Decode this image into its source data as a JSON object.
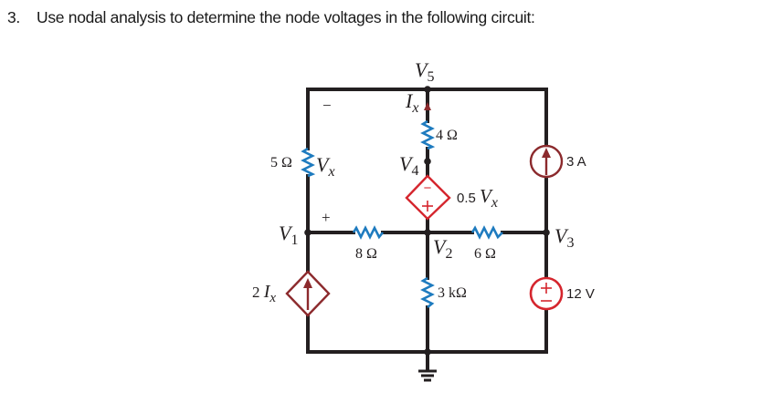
{
  "question": {
    "number": "3.",
    "text": "Use nodal analysis to determine the node voltages in the following circuit:"
  },
  "circuit": {
    "nodes": {
      "v1": {
        "name": "V",
        "sub": "1"
      },
      "v2": {
        "name": "V",
        "sub": "2"
      },
      "v3": {
        "name": "V",
        "sub": "3"
      },
      "v4": {
        "name": "V",
        "sub": "4"
      },
      "v5": {
        "name": "V",
        "sub": "5"
      }
    },
    "components": {
      "r5": {
        "label": "5 Ω"
      },
      "r4": {
        "label": "4 Ω"
      },
      "r8": {
        "label": "8 Ω"
      },
      "r6": {
        "label": "6 Ω"
      },
      "r3k": {
        "label": "3 kΩ"
      },
      "vx_label": {
        "name": "V",
        "sub": "x"
      },
      "vx_plus": "+",
      "vx_minus": "−",
      "ix_label": {
        "name": "I",
        "sub": "x"
      },
      "dep_voltage": {
        "coef": "0.5",
        "name": "V",
        "sub": "x",
        "top_sign": "−",
        "bottom_sign": "+"
      },
      "dep_current": {
        "coef": "2",
        "name": "I",
        "sub": "x"
      },
      "i_source": {
        "label": "3 A"
      },
      "v_source": {
        "label": "12 V",
        "top_sign": "+",
        "bottom_sign": "−"
      }
    },
    "colors": {
      "wire": "#231f20",
      "resistor": "#1e7bbf",
      "dependent_voltage": "#d5262e",
      "dependent_current": "#8c2a2d",
      "current_source": "#8c2a2d",
      "voltage_source": "#d5262e"
    }
  }
}
